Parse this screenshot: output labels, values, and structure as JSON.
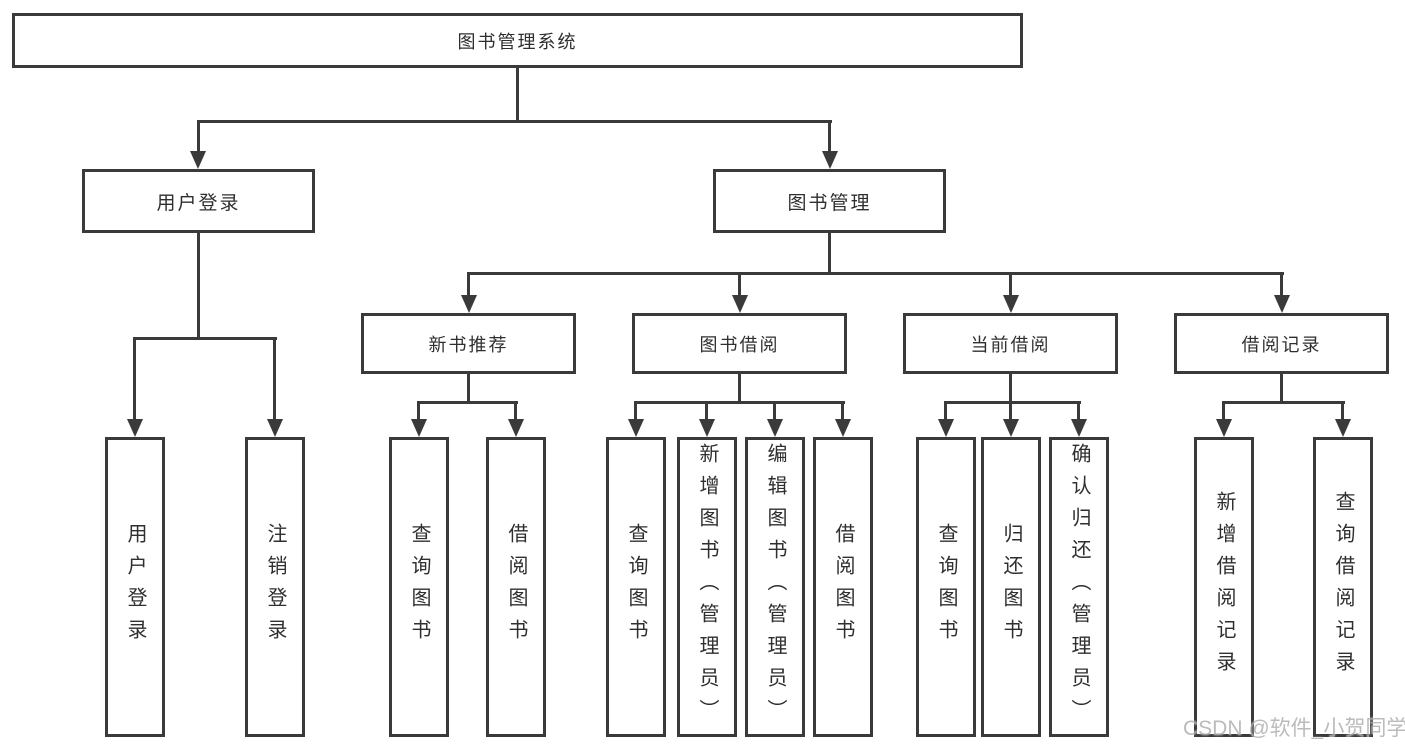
{
  "diagram": {
    "root": {
      "label": "图书管理系统"
    },
    "branches": [
      {
        "label": "用户登录",
        "children": [
          {
            "label": "用户登录"
          },
          {
            "label": "注销登录"
          }
        ]
      },
      {
        "label": "图书管理",
        "sections": [
          {
            "label": "新书推荐",
            "children": [
              {
                "label": "查询图书"
              },
              {
                "label": "借阅图书"
              }
            ]
          },
          {
            "label": "图书借阅",
            "children": [
              {
                "label": "查询图书"
              },
              {
                "label": "新增图书（管理员）"
              },
              {
                "label": "编辑图书（管理员）"
              },
              {
                "label": "借阅图书"
              }
            ]
          },
          {
            "label": "当前借阅",
            "children": [
              {
                "label": "查询图书"
              },
              {
                "label": "归还图书"
              },
              {
                "label": "确认归还（管理员）"
              }
            ]
          },
          {
            "label": "借阅记录",
            "children": [
              {
                "label": "新增借阅记录"
              },
              {
                "label": "查询借阅记录"
              }
            ]
          }
        ]
      }
    ]
  },
  "watermark": {
    "text": "CSDN @软件_小贺同学"
  },
  "colors": {
    "line": "#3a3a3a",
    "text": "#2f2f2f",
    "background": "#ffffff",
    "watermark": "#b0b0b0"
  }
}
